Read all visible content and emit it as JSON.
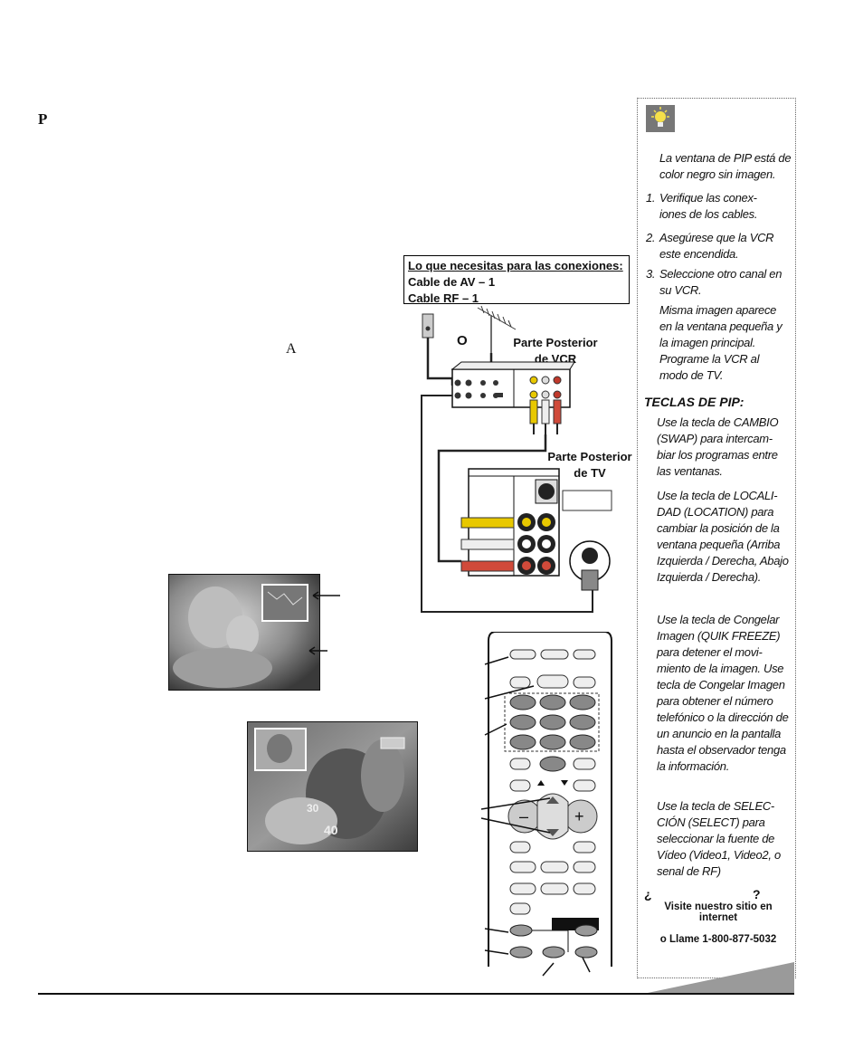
{
  "left_page": {
    "initial": "P",
    "letter_a": "A"
  },
  "connections": {
    "title": "Lo que necesitas para las conexiones:",
    "items": [
      "Cable de AV – 1",
      "Cable RF – 1"
    ],
    "or_label": "O",
    "vcr_back_label": "Parte Posterior de VCR",
    "tv_back_label": "Parte Posterior de TV"
  },
  "tips": {
    "icon": "lightbulb-icon",
    "problem": "La ventana de PIP está de color negro sin imagen.",
    "steps": [
      {
        "num": "1.",
        "text": "Verifique las conex- iones de los cables."
      },
      {
        "num": "2.",
        "text": "Asegúrese que la VCR este encendida."
      },
      {
        "num": "3.",
        "text": "Seleccione otro canal en su VCR."
      }
    ],
    "note": "Misma imagen aparece en la ventana pequeña y la imagen principal. Programe la VCR al modo de TV.",
    "pip_heading": "TECLAS DE PIP:",
    "swap": "Use la tecla de CAMBIO (SWAP) para intercam- biar los programas entre las ventanas.",
    "location": "Use la tecla de LOCALI- DAD (LOCATION) para cambiar la posición de la ventana pequeña (Arriba Izquierda / Derecha, Abajo Izquierda / Derecha).",
    "freeze": "Use la tecla de Congelar Imagen (QUIK FREEZE) para detener el movi- miento de la imagen. Use tecla de Congelar Imagen para obtener el número telefónico o la dirección de un anuncio en la pantalla hasta el observador tenga la información.",
    "select": "Use la tecla de SELEC- CIÓN (SELECT) para seleccionar la fuente de Vídeo (Video1, Video2, o senal de RF)",
    "help_open": "¿",
    "help_close": "?",
    "website": "Visite nuestro sitio en internet",
    "phone": "o Llame 1-800-877-5032"
  }
}
